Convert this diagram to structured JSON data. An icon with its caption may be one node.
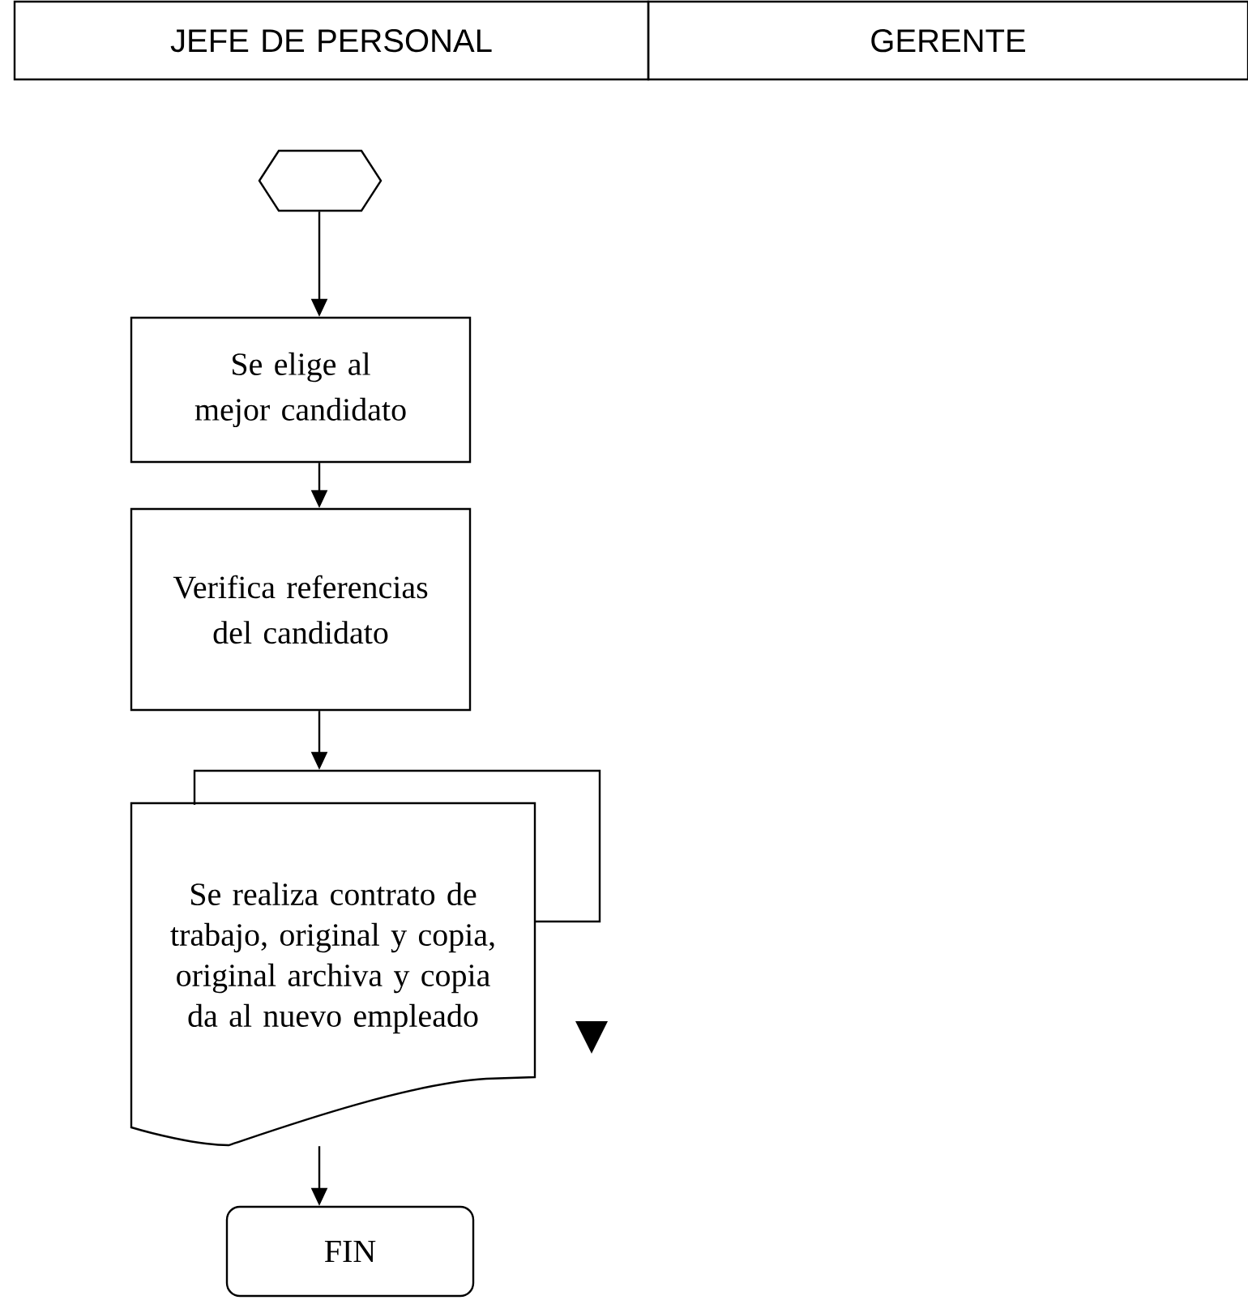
{
  "diagram": {
    "nodes": [
      {
        "text": [
          "JEFE DE PERSONAL"
        ]
      },
      {
        "text": [
          "GERENTE"
        ]
      },
      {
        "text": [],
        "shape": "hexagon"
      },
      {
        "text": [
          "Se elige al mejor candidato"
        ]
      },
      {
        "text": [
          "Verifica referencias del candidato"
        ]
      },
      {
        "text": [
          "Se realiza contrato de trabajo, original y copia, original archiva y copia da al nuevo empleado"
        ]
      },
      {
        "text": [
          "FIN"
        ]
      }
    ],
    "edges": [
      {
        "from": 2,
        "to": 3,
        "arrow": "to"
      },
      {
        "from": 3,
        "to": 4,
        "arrow": "to"
      },
      {
        "from": 4,
        "to": 5,
        "arrow": "to"
      },
      {
        "from": 5,
        "to": 6,
        "arrow": "to"
      }
    ]
  }
}
